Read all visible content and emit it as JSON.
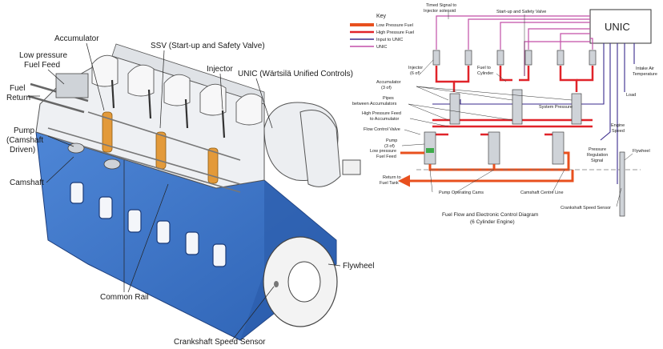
{
  "engine_labels": {
    "accumulator": "Accumulator",
    "ssv": "SSV (Start-up and Safety Valve)",
    "low_pressure_fuel_feed_1": "Low pressure",
    "low_pressure_fuel_feed_2": "Fuel Feed",
    "injector": "Injector",
    "unic": "UNIC (Wärtsilä Unified Controls)",
    "fuel_return_1": "Fuel",
    "fuel_return_2": "Return",
    "pump_1": "Pump",
    "pump_2": "(Camshaft",
    "pump_3": "Driven)",
    "camshaft": "Camshaft",
    "common_rail": "Common Rail",
    "flywheel": "Flywheel",
    "crankshaft_speed_sensor": "Crankshaft Speed Sensor"
  },
  "key": {
    "title": "Key",
    "items": [
      {
        "label": "Low Pressure Fuel",
        "color": "#e8501e"
      },
      {
        "label": "High Pressure Fuel",
        "color": "#e0242a"
      },
      {
        "label": "Input to UNIC",
        "color": "#3a2a8c"
      },
      {
        "label": "UNIC",
        "color": "#c24fa8"
      }
    ]
  },
  "schematic": {
    "unic_box": "UNIC",
    "timed_signal_1": "Timed Signal to",
    "timed_signal_2": "Injector solenoid",
    "startup_safety_valve": "Start-up and Safety Valve",
    "injector_1": "Injector",
    "injector_2": "(6 of)",
    "fuel_to_cylinder_1": "Fuel to",
    "fuel_to_cylinder_2": "Cylinder",
    "intake_air_temp_1": "Intake Air",
    "intake_air_temp_2": "Temperature",
    "load": "Load",
    "accumulator_1": "Accumulator",
    "accumulator_2": "(3 of)",
    "pipes_1": "Pipes",
    "pipes_2": "between Accumulators",
    "system_pressure": "System Pressure",
    "hp_feed_1": "High Pressure Feed",
    "hp_feed_2": "to Accumulator",
    "flow_control_valve": "Flow Control Valve",
    "engine_speed_1": "Engine",
    "engine_speed_2": "Speed",
    "pump_1": "Pump",
    "pump_2": "(3 of)",
    "lp_fuel_feed_1": "Low pressure",
    "lp_fuel_feed_2": "Fuel Feed",
    "prs_1": "Pressure",
    "prs_2": "Regulation",
    "prs_3": "Signal",
    "flywheel": "Flywheel",
    "return_tank_1": "Return to",
    "return_tank_2": "Fuel Tank",
    "pump_operating_cams": "Pump Operating Cams",
    "camshaft_centre_line": "Camshaft Centre Line",
    "crankshaft_speed_sensor": "Crankshaft Speed Sensor",
    "caption_1": "Fuel Flow and Electronic Control Diagram",
    "caption_2": "(6 Cylinder Engine)"
  }
}
